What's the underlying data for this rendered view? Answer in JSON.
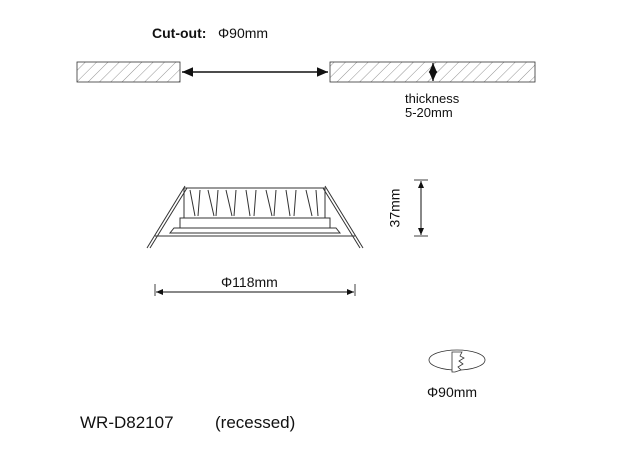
{
  "cutout": {
    "label": "Cut-out:",
    "value": "Φ90mm"
  },
  "thickness": {
    "label": "thickness",
    "value": "5-20mm"
  },
  "height_dim": "37mm",
  "diameter_dim": "Φ118mm",
  "hole_saw_dim": "Φ90mm",
  "model": {
    "code": "WR-D82107",
    "note": "(recessed)"
  }
}
